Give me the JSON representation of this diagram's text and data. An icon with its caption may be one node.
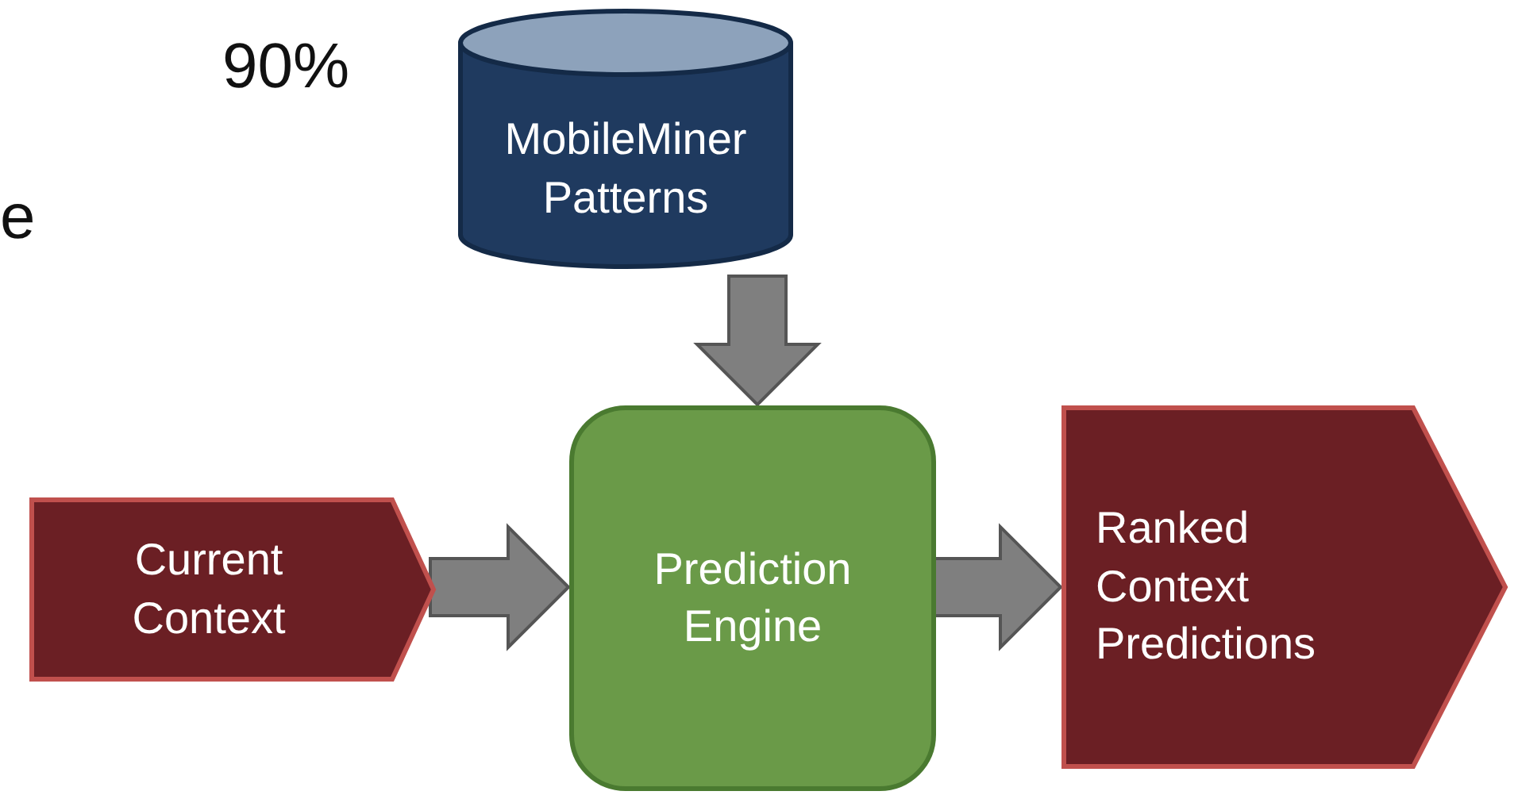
{
  "diagram": {
    "nodes": [
      {
        "text": [
          "MobileMiner Patterns"
        ]
      },
      {
        "text": [
          "Current Context"
        ]
      },
      {
        "text": [
          "Prediction Engine"
        ]
      },
      {
        "text": [
          "Ranked Context Predictions"
        ]
      }
    ],
    "edges": [
      {
        "from": 0,
        "to": 2,
        "arrow": "to"
      },
      {
        "from": 1,
        "to": 2,
        "arrow": "to"
      },
      {
        "from": 2,
        "to": 3,
        "arrow": "to"
      }
    ],
    "labels": [
      "90%",
      "e"
    ]
  }
}
